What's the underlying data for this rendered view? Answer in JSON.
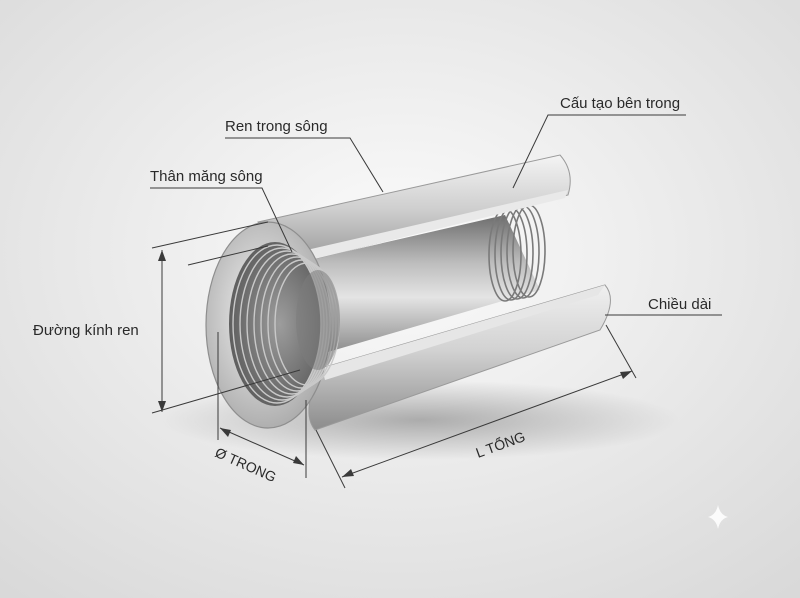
{
  "labels": {
    "inner_structure": "Cấu tạo bên trong",
    "inner_thread": "Ren trong sông",
    "body": "Thân măng sông",
    "thread_diameter": "Đường kính ren",
    "length": "Chiều dài",
    "inner_diameter": "Ø TRONG",
    "total_length": "L TỔNG"
  },
  "colors": {
    "background": "#ececec",
    "metal_light": "#f2f2f2",
    "metal_mid": "#c4c4c4",
    "metal_dark": "#8a8a8a",
    "line": "#3a3a3a"
  },
  "icons": [
    "sparkle-icon"
  ]
}
